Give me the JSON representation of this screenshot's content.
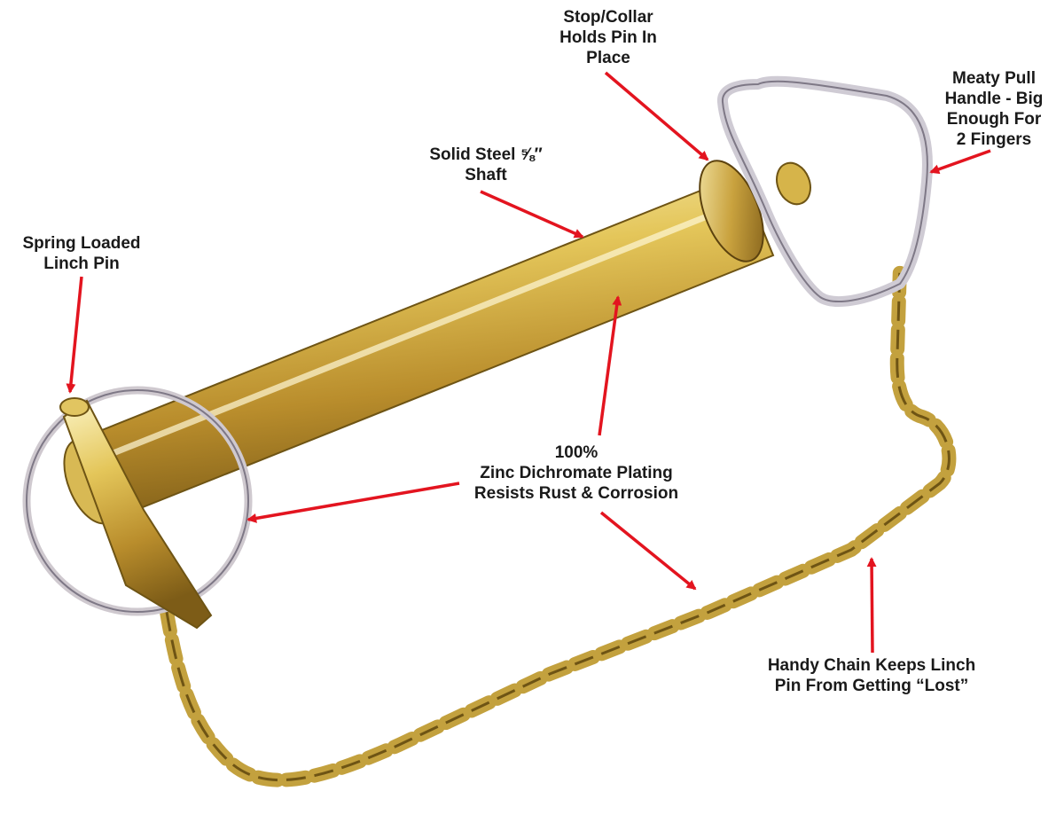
{
  "colors": {
    "arrow": "#e3141f",
    "text": "#1a1a1a",
    "brass_light": "#f4e7a0",
    "brass_mid": "#d7b94a",
    "brass_dark": "#8c6a1a",
    "chrome": "#c9c4cf"
  },
  "callouts": {
    "collar": [
      "Stop/Collar",
      "Holds Pin In",
      "Place"
    ],
    "handle": [
      "Meaty Pull",
      "Handle - Big",
      "Enough For",
      "2 Fingers"
    ],
    "shaft": [
      "Solid Steel ⅝″",
      "Shaft"
    ],
    "linch": [
      "Spring Loaded",
      "Linch Pin"
    ],
    "plating": [
      "100%",
      "Zinc Dichromate Plating",
      "Resists Rust & Corrosion"
    ],
    "chain": [
      "Handy Chain Keeps Linch",
      "Pin From Getting “Lost”"
    ]
  }
}
